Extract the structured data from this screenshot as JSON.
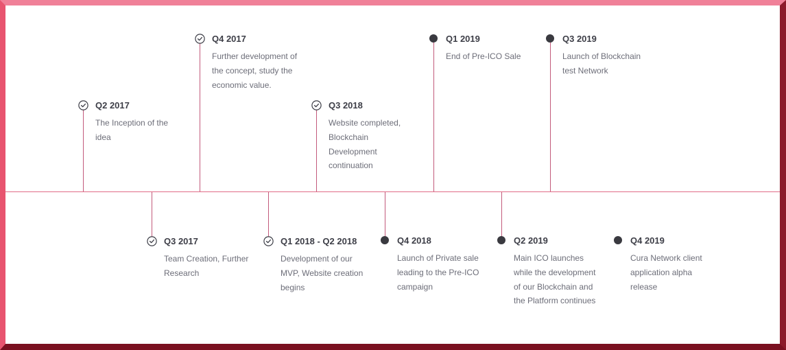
{
  "milestones": [
    {
      "id": "q2-2017",
      "title": "Q2 2017",
      "desc": "The Inception of the idea",
      "marker": "check-circle-icon"
    },
    {
      "id": "q4-2017",
      "title": "Q4 2017",
      "desc": "Further development of the concept, study the economic value.",
      "marker": "check-circle-icon"
    },
    {
      "id": "q3-2018",
      "title": "Q3 2018",
      "desc": "Website completed, Blockchain Development continuation",
      "marker": "check-circle-icon"
    },
    {
      "id": "q1-2019",
      "title": "Q1 2019",
      "desc": "End of Pre-ICO Sale",
      "marker": "filled-dot-icon"
    },
    {
      "id": "q3-2019",
      "title": "Q3 2019",
      "desc": "Launch of Blockchain test Network",
      "marker": "filled-dot-icon"
    },
    {
      "id": "q3-2017",
      "title": "Q3 2017",
      "desc": "Team Creation, Further Research",
      "marker": "check-circle-icon"
    },
    {
      "id": "q1-q2-2018",
      "title": "Q1 2018 - Q2 2018",
      "desc": "Development of our MVP, Website creation begins",
      "marker": "check-circle-icon"
    },
    {
      "id": "q4-2018",
      "title": "Q4 2018",
      "desc": "Launch of Private sale leading to the Pre-ICO campaign",
      "marker": "filled-dot-icon"
    },
    {
      "id": "q2-2019",
      "title": "Q2 2019",
      "desc": "Main ICO launches while the development of our Blockchain and the Platform continues",
      "marker": "filled-dot-icon"
    },
    {
      "id": "q4-2019",
      "title": "Q4 2019",
      "desc": "Cura Network client application alpha release",
      "marker": "filled-dot-icon"
    }
  ],
  "colors": {
    "axis": "#e06a86",
    "stem": "#c2597a",
    "title": "#3d3e47",
    "text": "#6c6d78",
    "dot": "#3a3a40",
    "frame_top": "#f08098",
    "frame_bottom": "#7a1020"
  }
}
